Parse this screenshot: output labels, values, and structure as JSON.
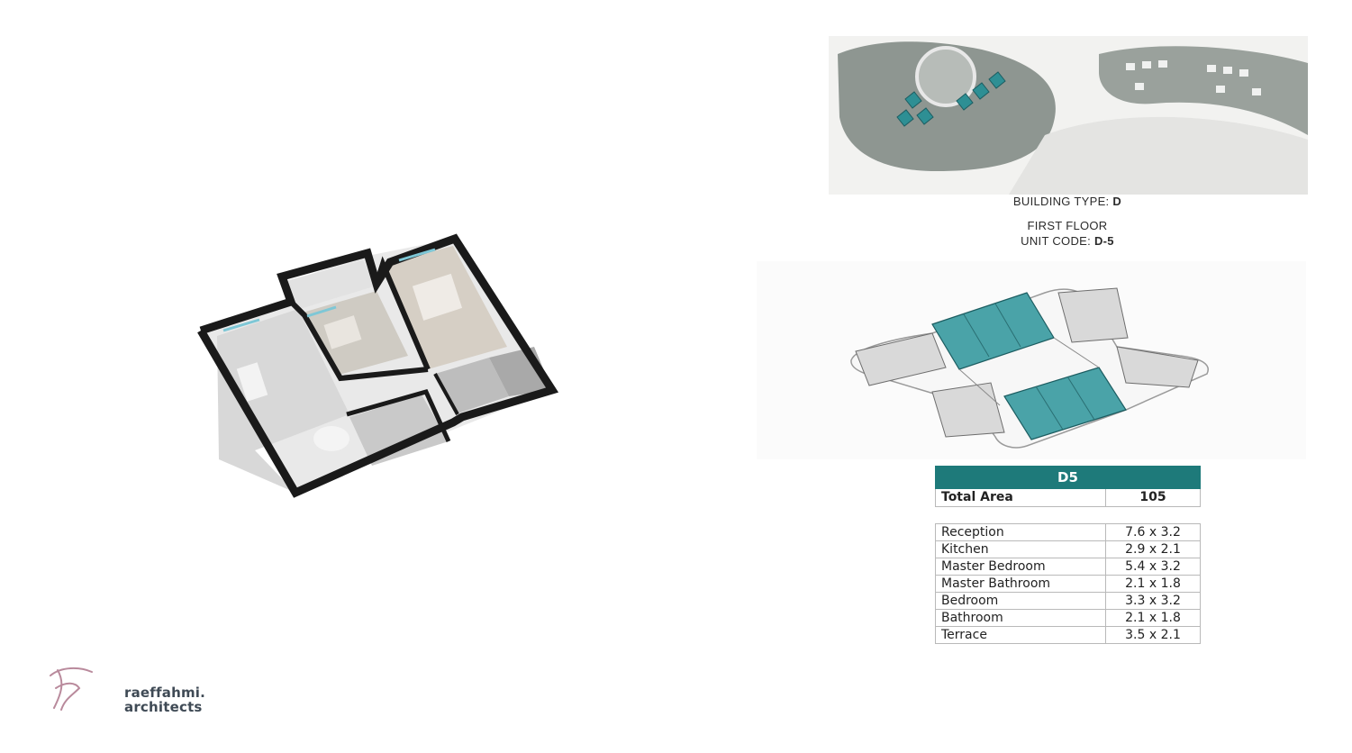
{
  "site_info": {
    "building_type_label": "BUILDING TYPE:",
    "building_type_value": "D",
    "floor": "FIRST FLOOR",
    "unit_code_label": "UNIT CODE:",
    "unit_code_value": "D-5"
  },
  "unit": {
    "name": "D5",
    "total_area_label": "Total Area",
    "total_area_value": "105"
  },
  "rooms": [
    {
      "name": "Reception",
      "size": "7.6 x 3.2"
    },
    {
      "name": "Kitchen",
      "size": "2.9 x 2.1"
    },
    {
      "name": "Master Bedroom",
      "size": "5.4 x 3.2"
    },
    {
      "name": "Master Bathroom",
      "size": "2.1 x 1.8"
    },
    {
      "name": "Bedroom",
      "size": "3.3 x 3.2"
    },
    {
      "name": "Bathroom",
      "size": "2.1 x 1.8"
    },
    {
      "name": "Terrace",
      "size": "3.5 x 2.1"
    }
  ],
  "logo": {
    "line1": "raeffahmi.",
    "line2": "architects"
  },
  "colors": {
    "accent": "#1e7a7a",
    "highlight": "#4aa3a8",
    "wall": "#1a1a1a"
  }
}
